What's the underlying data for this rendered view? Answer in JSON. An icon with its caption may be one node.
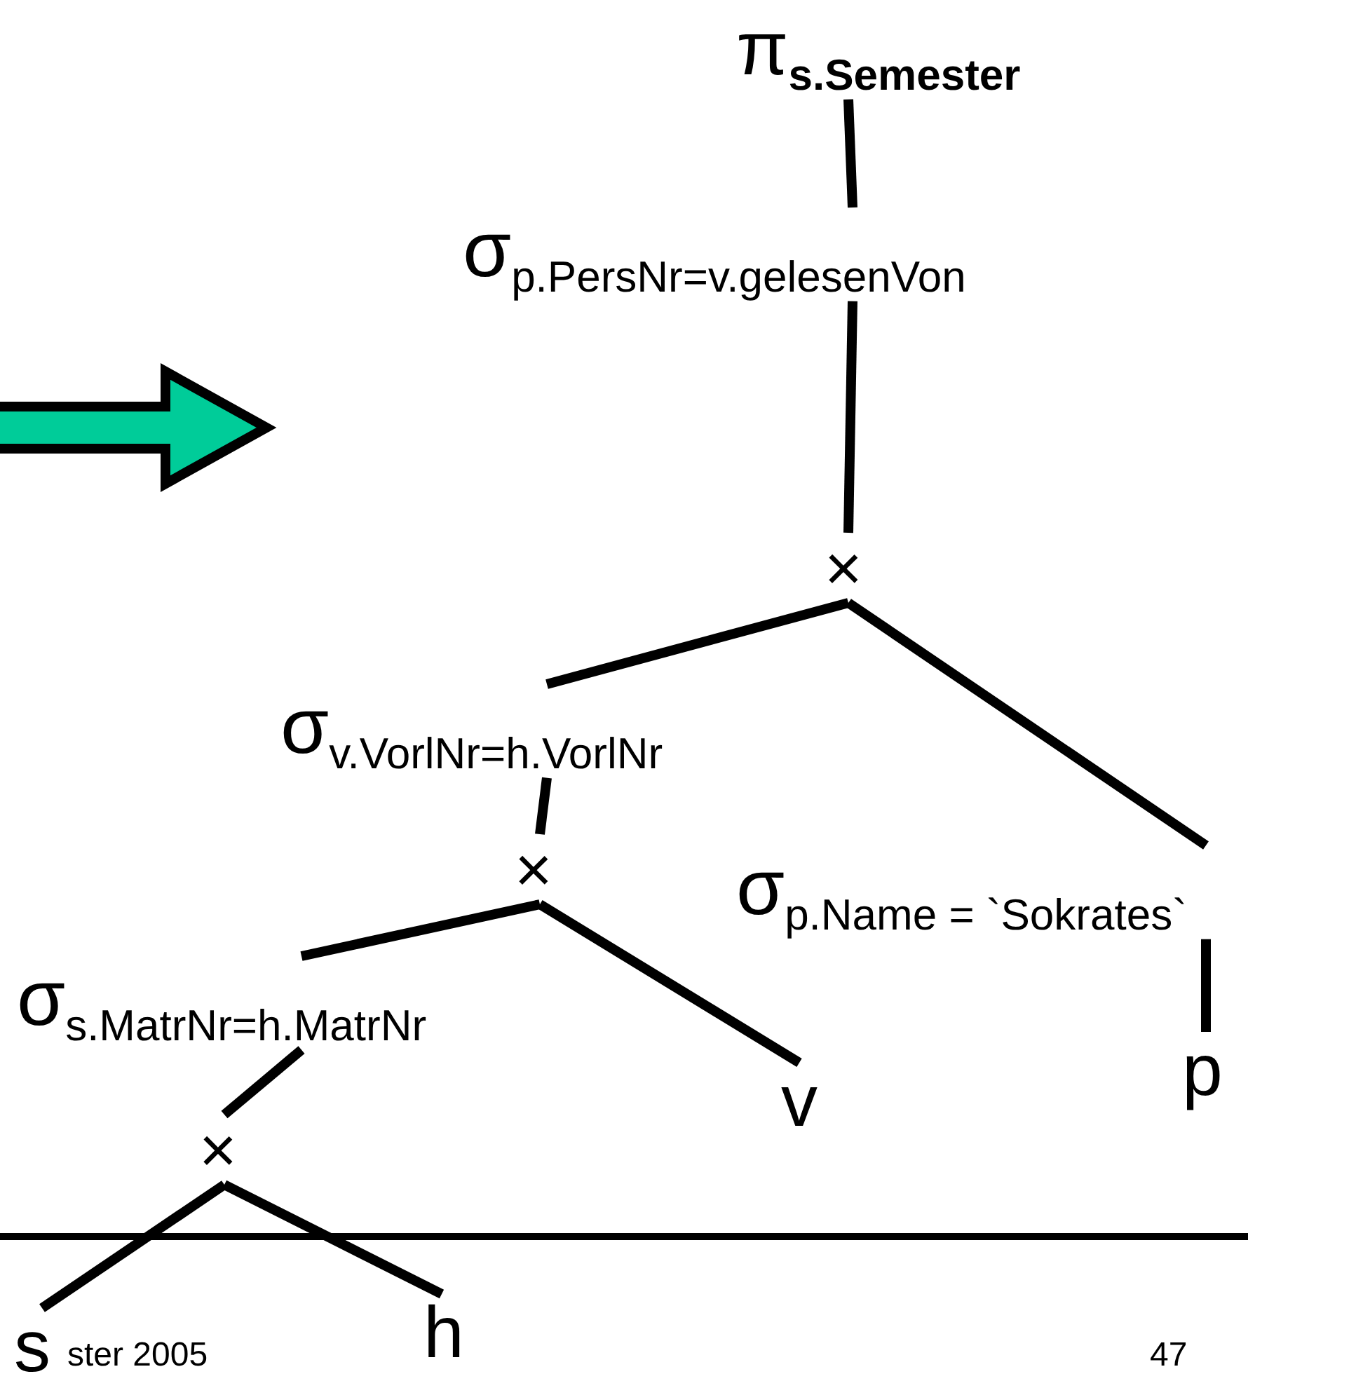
{
  "diagram": {
    "nodes": [
      {
        "text": [
          "π$_{s.Semester}$"
        ]
      },
      {
        "text": [
          "σ$_{p.PersNr=v.gelesenVon}$"
        ]
      },
      {
        "text": [
          "×"
        ]
      },
      {
        "text": [
          "σ$_{v.VorlNr=h.VorlNr}$"
        ]
      },
      {
        "text": [
          "×"
        ]
      },
      {
        "text": [
          "σ$_{p.Name = `Sokrates`}$"
        ]
      },
      {
        "text": [
          "σ$_{s.MatrNr=h.MatrNr}$"
        ]
      },
      {
        "text": [
          "v"
        ]
      },
      {
        "text": [
          "p"
        ]
      },
      {
        "text": [
          "×"
        ]
      },
      {
        "text": [
          "s"
        ]
      },
      {
        "text": [
          "h"
        ]
      }
    ],
    "edges": [
      {
        "from": 0,
        "to": 1,
        "arrow": "none"
      },
      {
        "from": 1,
        "to": 2,
        "arrow": "none"
      },
      {
        "from": 2,
        "to": 3,
        "arrow": "none"
      },
      {
        "from": 2,
        "to": 5,
        "arrow": "none"
      },
      {
        "from": 3,
        "to": 4,
        "arrow": "none"
      },
      {
        "from": 4,
        "to": 6,
        "arrow": "none"
      },
      {
        "from": 4,
        "to": 7,
        "arrow": "none"
      },
      {
        "from": 5,
        "to": 8,
        "arrow": "none"
      },
      {
        "from": 6,
        "to": 9,
        "arrow": "none"
      },
      {
        "from": 9,
        "to": 10,
        "arrow": "none"
      },
      {
        "from": 9,
        "to": 11,
        "arrow": "none"
      }
    ],
    "labels": [
      "ster 2005",
      "47"
    ]
  }
}
